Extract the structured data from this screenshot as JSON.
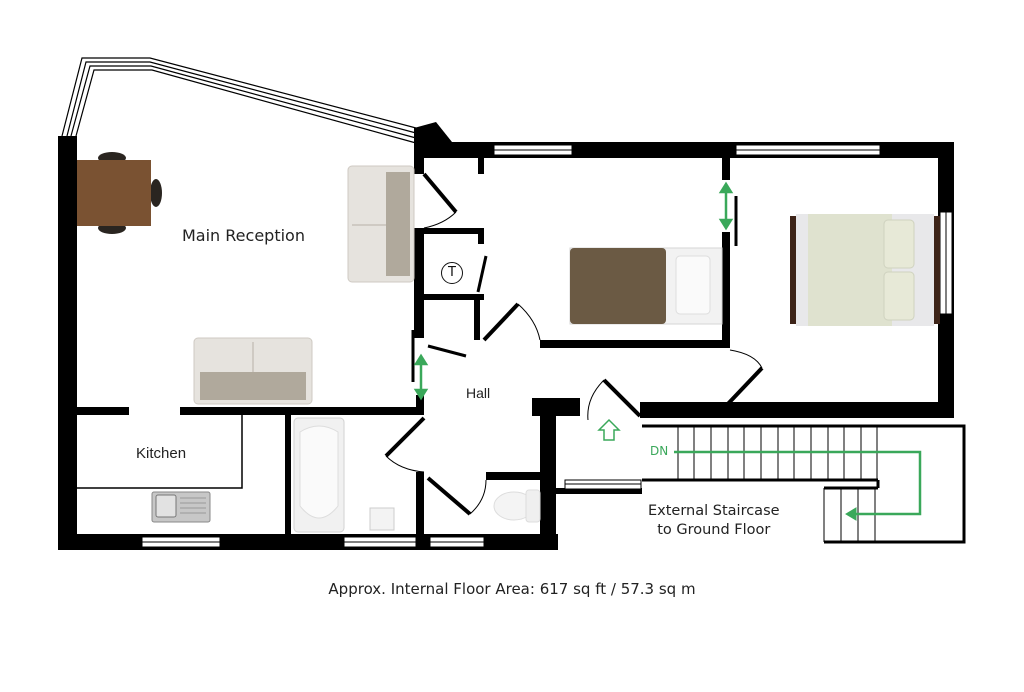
{
  "rooms": {
    "main_reception": "Main Reception",
    "hall": "Hall",
    "kitchen": "Kitchen",
    "bedroom_1": "",
    "bedroom_2": ""
  },
  "symbols": {
    "tank": "T",
    "down": "DN"
  },
  "staircase": {
    "line1": "External Staircase",
    "line2": "to Ground Floor"
  },
  "footer": {
    "area": "Approx. Internal Floor Area: 617 sq ft / 57.3 sq m"
  },
  "colors": {
    "wall": "#000000",
    "arrow": "#3aa85a",
    "table": "#7a5232",
    "sofa": "#e6e3de",
    "bed_brown": "#6b5a44",
    "bed_cream": "#dfe2cf"
  }
}
